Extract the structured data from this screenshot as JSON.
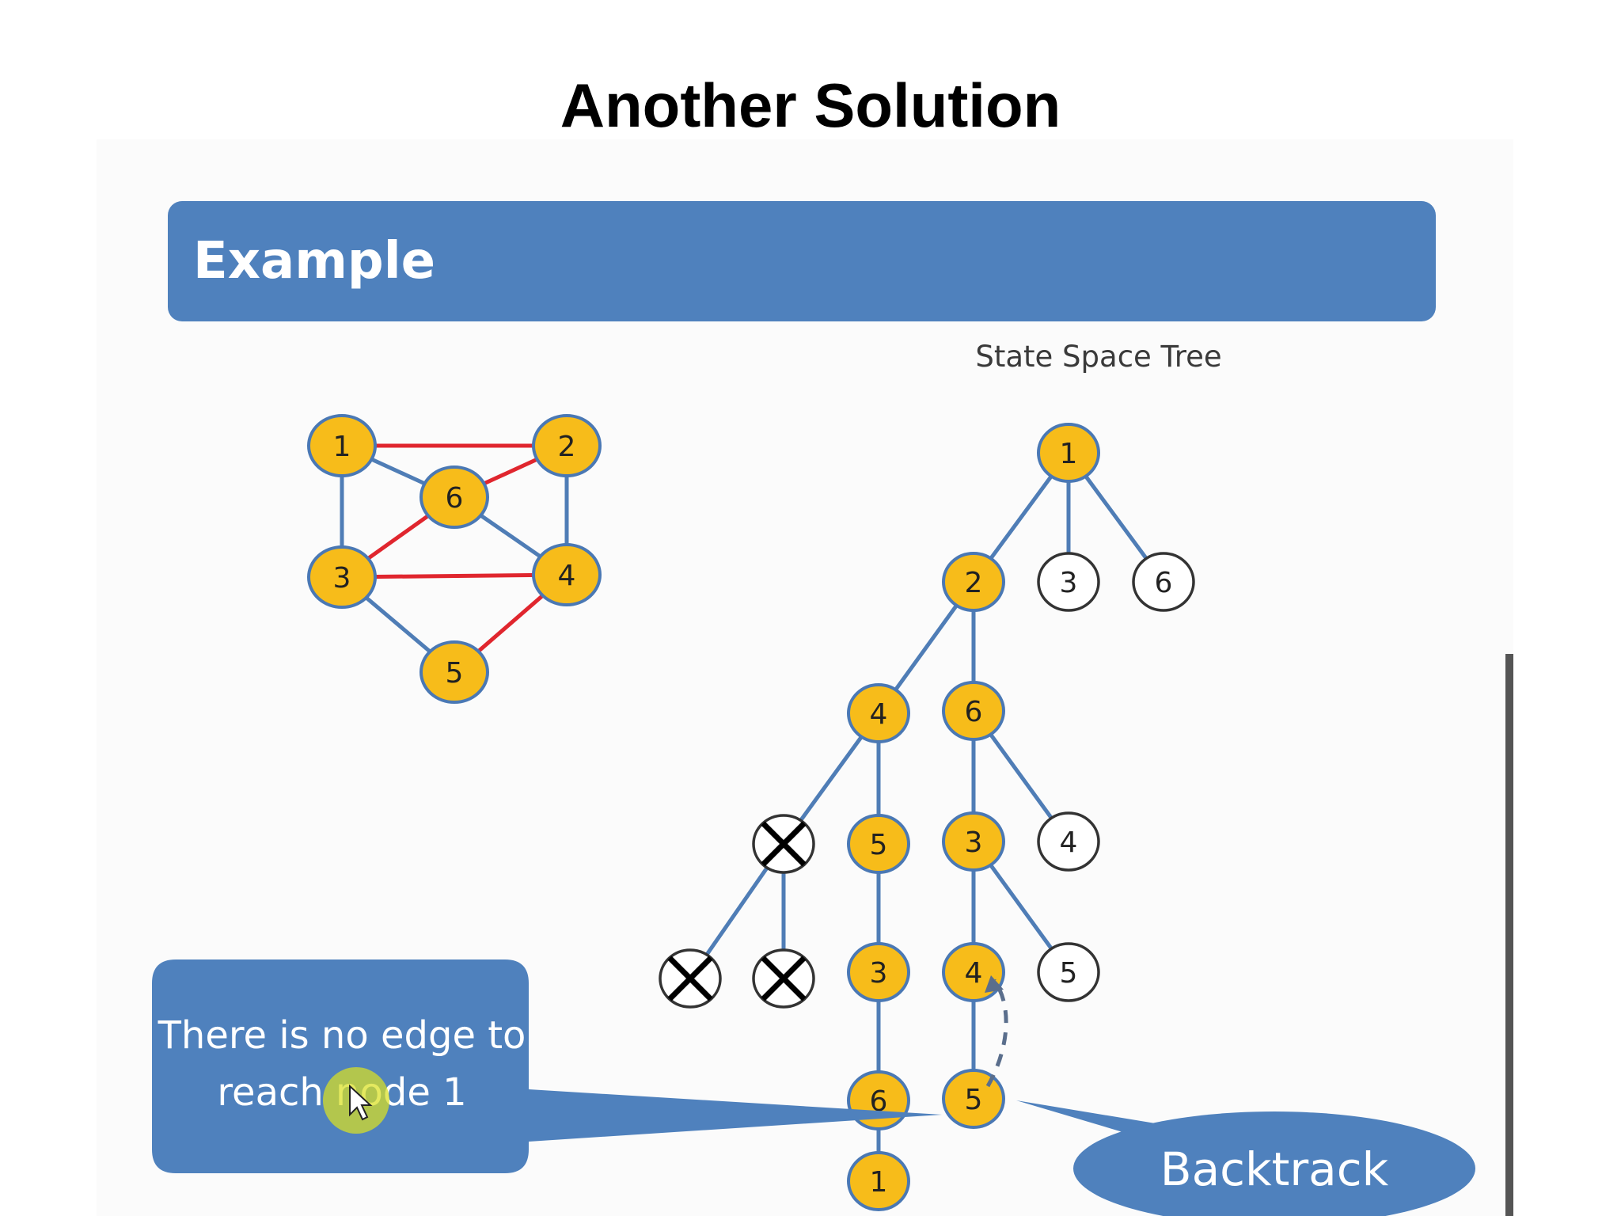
{
  "title": "Another Solution",
  "slide": {
    "header": "Example",
    "tree_title": "State Space Tree",
    "callout_left": [
      "There is no edge to",
      "reach node 1"
    ],
    "callout_right": "Backtrack"
  },
  "colors": {
    "header_blue": "#4f81bd",
    "node_fill": "#f7bc1a",
    "node_stroke": "#4a78b4",
    "edge_blue": "#4f7db6",
    "edge_red": "#e0262e"
  },
  "graph": {
    "nodes": [
      {
        "id": "g1",
        "label": "1"
      },
      {
        "id": "g2",
        "label": "2"
      },
      {
        "id": "g6",
        "label": "6"
      },
      {
        "id": "g3",
        "label": "3"
      },
      {
        "id": "g4",
        "label": "4"
      },
      {
        "id": "g5",
        "label": "5"
      }
    ],
    "edges": [
      {
        "from": "g1",
        "to": "g2",
        "color": "red"
      },
      {
        "from": "g1",
        "to": "g6",
        "color": "blue"
      },
      {
        "from": "g1",
        "to": "g3",
        "color": "blue"
      },
      {
        "from": "g2",
        "to": "g6",
        "color": "red"
      },
      {
        "from": "g2",
        "to": "g4",
        "color": "blue"
      },
      {
        "from": "g6",
        "to": "g3",
        "color": "red"
      },
      {
        "from": "g6",
        "to": "g4",
        "color": "blue"
      },
      {
        "from": "g3",
        "to": "g4",
        "color": "red"
      },
      {
        "from": "g3",
        "to": "g5",
        "color": "blue"
      },
      {
        "from": "g4",
        "to": "g5",
        "color": "red"
      }
    ]
  },
  "tree": {
    "nodes": [
      {
        "id": "t1",
        "label": "1",
        "state": "visited"
      },
      {
        "id": "t2",
        "label": "2",
        "state": "visited"
      },
      {
        "id": "t3a",
        "label": "3",
        "state": "open"
      },
      {
        "id": "t6a",
        "label": "6",
        "state": "open"
      },
      {
        "id": "t4",
        "label": "4",
        "state": "visited"
      },
      {
        "id": "t6",
        "label": "6",
        "state": "visited"
      },
      {
        "id": "tx1",
        "label": "",
        "state": "dead"
      },
      {
        "id": "t5",
        "label": "5",
        "state": "visited"
      },
      {
        "id": "t3",
        "label": "3",
        "state": "visited"
      },
      {
        "id": "t4b",
        "label": "4",
        "state": "open"
      },
      {
        "id": "tx2",
        "label": "",
        "state": "dead"
      },
      {
        "id": "tx3",
        "label": "",
        "state": "dead"
      },
      {
        "id": "t3c",
        "label": "3",
        "state": "visited"
      },
      {
        "id": "t4c",
        "label": "4",
        "state": "visited"
      },
      {
        "id": "t5b",
        "label": "5",
        "state": "open"
      },
      {
        "id": "t6c",
        "label": "6",
        "state": "visited"
      },
      {
        "id": "t5c",
        "label": "5",
        "state": "visited"
      },
      {
        "id": "t1c",
        "label": "1",
        "state": "visited"
      }
    ],
    "edges": [
      [
        "t1",
        "t2"
      ],
      [
        "t1",
        "t3a"
      ],
      [
        "t1",
        "t6a"
      ],
      [
        "t2",
        "t4"
      ],
      [
        "t2",
        "t6"
      ],
      [
        "t4",
        "tx1"
      ],
      [
        "t4",
        "t5"
      ],
      [
        "t6",
        "t3"
      ],
      [
        "t6",
        "t4b"
      ],
      [
        "tx1",
        "tx2"
      ],
      [
        "tx1",
        "tx3"
      ],
      [
        "t5",
        "t3c"
      ],
      [
        "t3",
        "t4c"
      ],
      [
        "t3",
        "t5b"
      ],
      [
        "t3c",
        "t6c"
      ],
      [
        "t4c",
        "t5c"
      ],
      [
        "t6c",
        "t1c"
      ]
    ]
  }
}
